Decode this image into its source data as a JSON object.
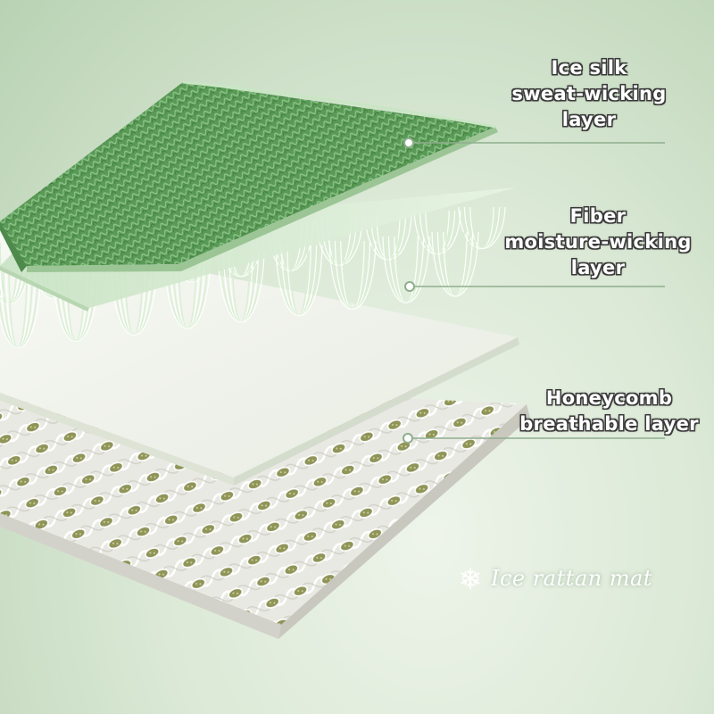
{
  "callouts": {
    "ice_silk": {
      "lines": [
        "Ice silk",
        "sweat-wicking",
        "layer"
      ]
    },
    "fiber": {
      "lines": [
        "Fiber",
        "moisture-wicking",
        "layer"
      ]
    },
    "honeycomb": {
      "lines": [
        "Honeycomb",
        "breathable layer"
      ]
    }
  },
  "product": {
    "name": "Ice rattan mat",
    "icon": "snowflake-icon"
  },
  "colors": {
    "top_layer_green": "#5fa05c",
    "fiber_green": "#e4f3df",
    "mesh_white": "#f2f2ee",
    "callout_line": "#8fae8d",
    "honeycomb_olive": "#8f9458"
  }
}
